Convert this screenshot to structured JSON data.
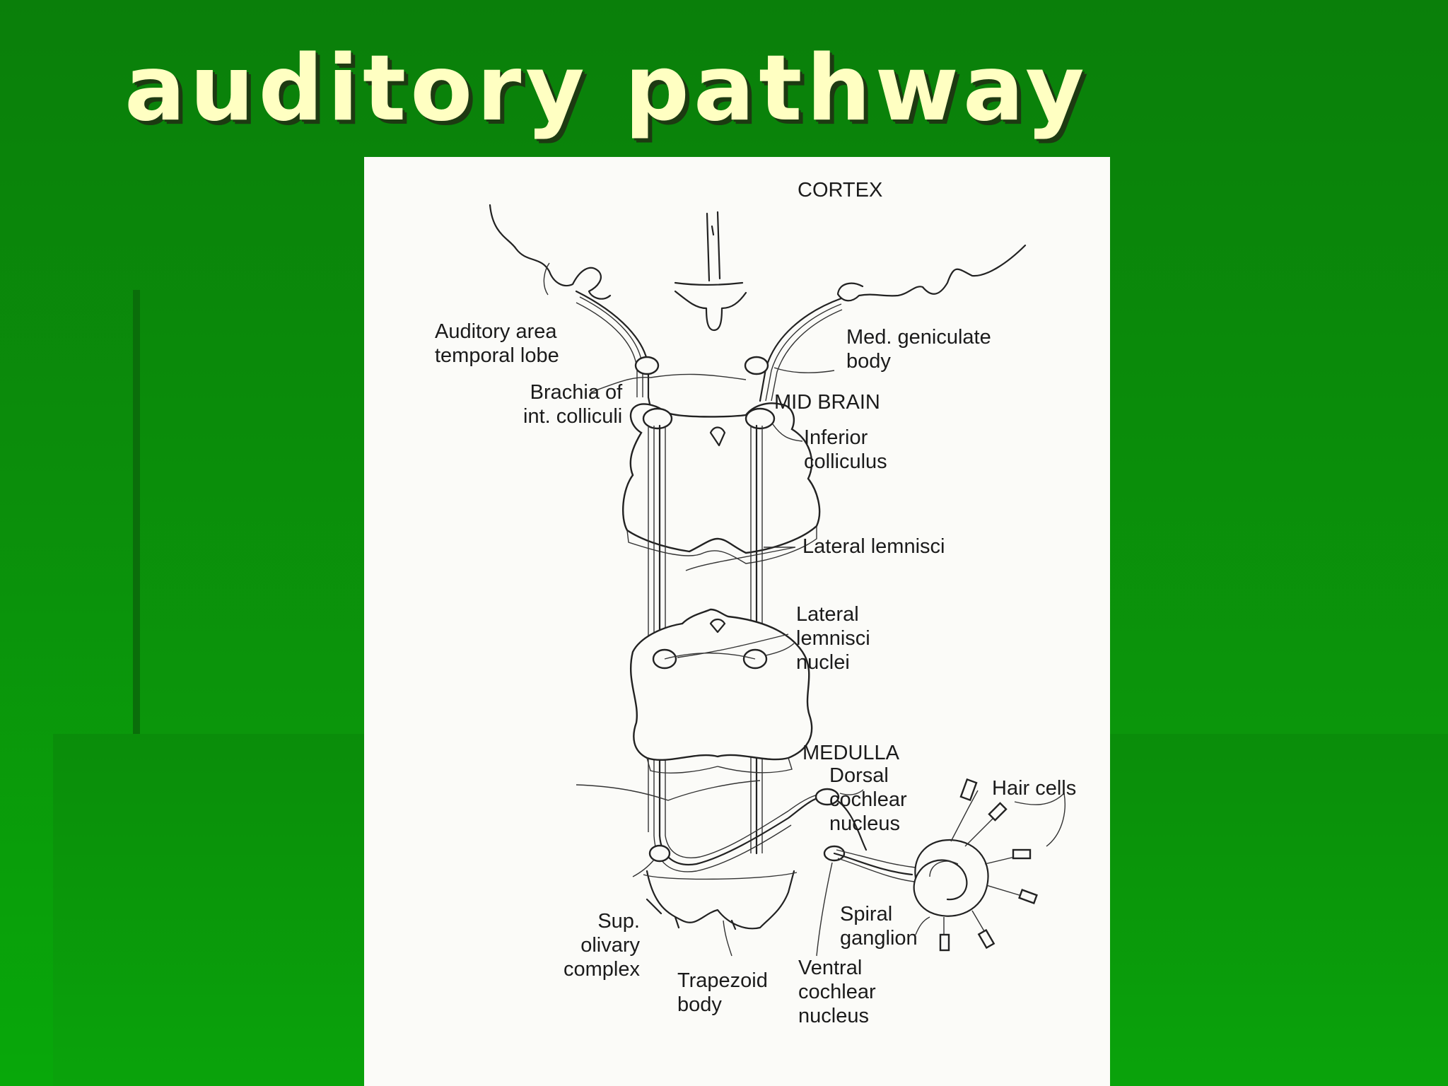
{
  "slide": {
    "title": "auditory pathway",
    "colors": {
      "background": "#0b8e0b",
      "title": "#ffffc2",
      "title_shadow": "#1d3a12",
      "figure_bg": "#fbfbf8"
    }
  },
  "diagram": {
    "labels": {
      "cortex": "CORTEX",
      "auditory_area": "Auditory area\ntemporal lobe",
      "med_geniculate": "Med. geniculate\nbody",
      "brachia": "Brachia of\nint. colliculi",
      "mid_brain": "MID BRAIN",
      "inferior_colliculus": "Inferior\ncolliculus",
      "lateral_lemnisci": "Lateral lemnisci",
      "lateral_lemnisci_nuclei": "Lateral\nlemnisci\nnuclei",
      "medulla": "MEDULLA",
      "dorsal_cochlear": "Dorsal\ncochlear\nnucleus",
      "hair_cells": "Hair cells",
      "sup_olivary": "Sup.\nolivary\ncomplex",
      "spiral_ganglion": "Spiral\nganglion",
      "trapezoid_body": "Trapezoid\nbody",
      "ventral_cochlear": "Ventral\ncochlear\nnucleus"
    }
  }
}
